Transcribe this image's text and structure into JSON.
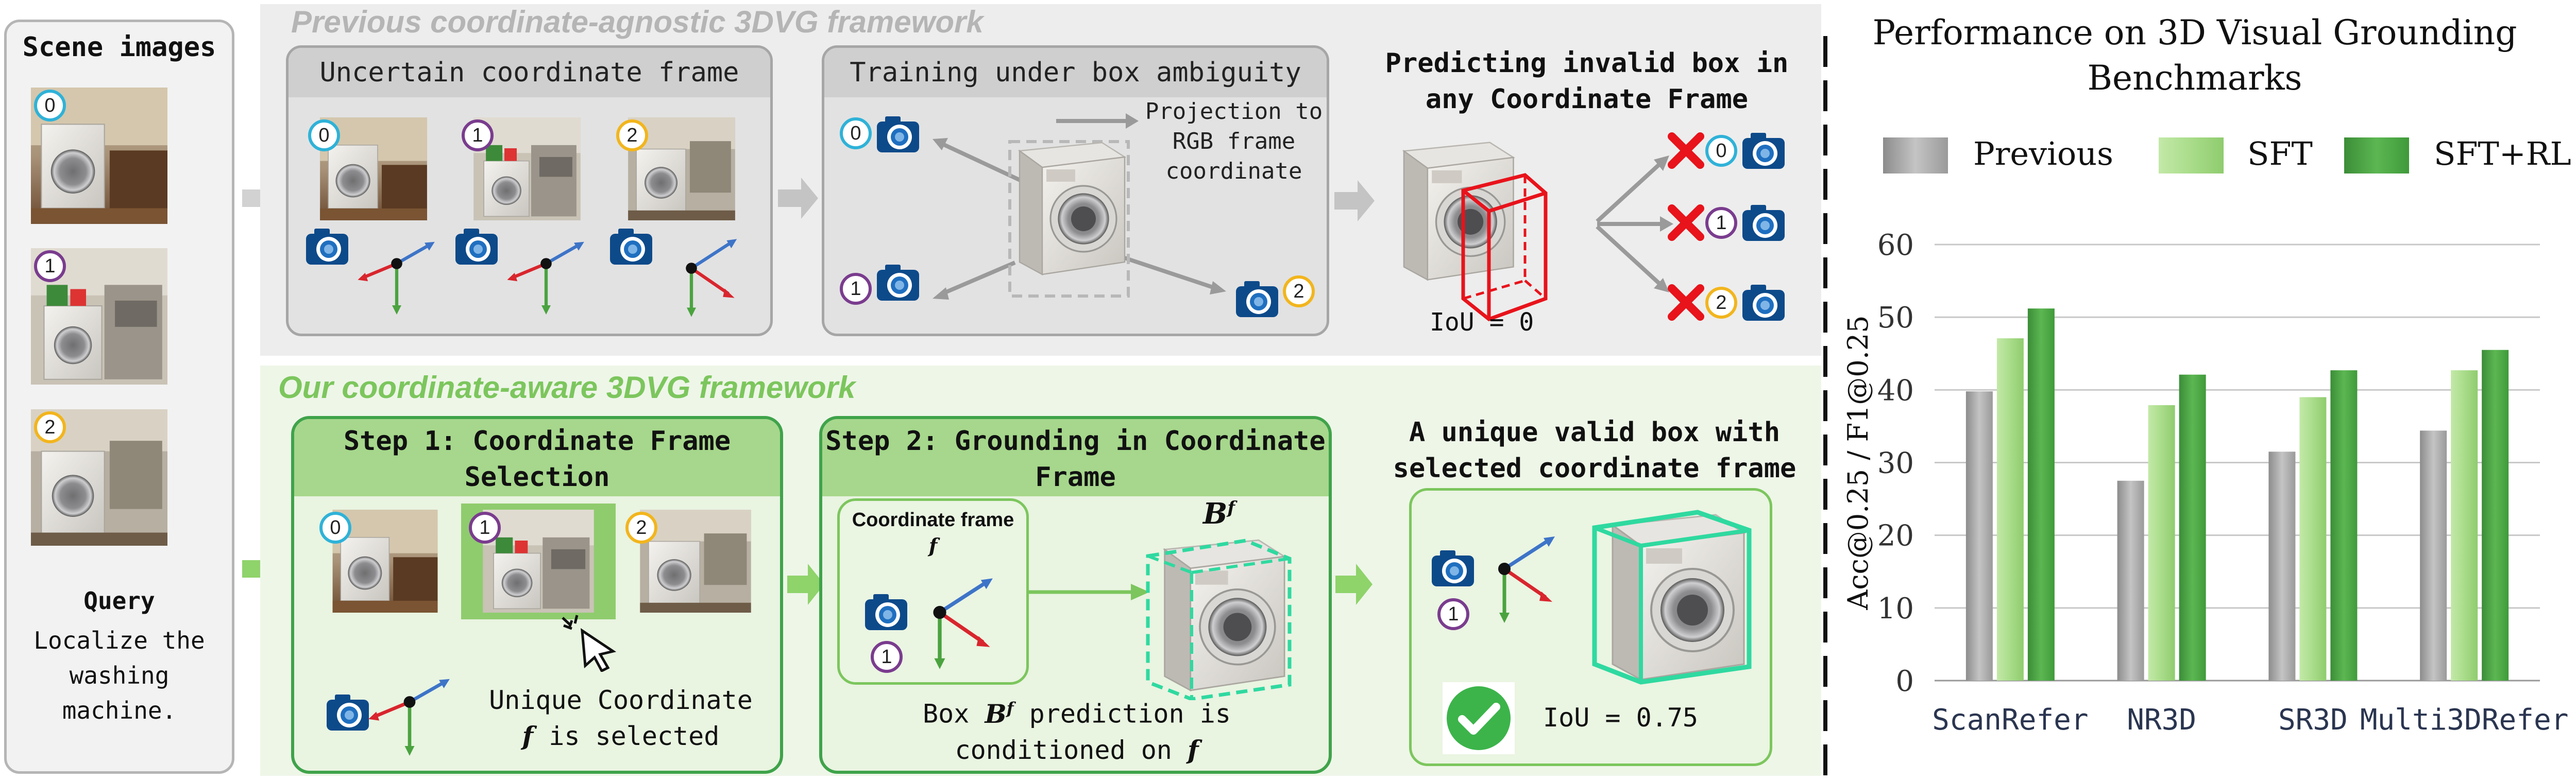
{
  "left": {
    "title": "Scene images",
    "badges": [
      "0",
      "1",
      "2"
    ],
    "query_label": "Query",
    "query_text": "Localize the washing machine."
  },
  "top": {
    "title": "Previous coordinate-agnostic 3DVG framework",
    "box1": {
      "title": "Uncertain coordinate frame",
      "badges": [
        "0",
        "1",
        "2"
      ]
    },
    "box2": {
      "title": "Training under box ambiguity",
      "projection_text": "Projection to RGB frame coordinate",
      "badges": [
        "0",
        "1",
        "2"
      ]
    },
    "box3": {
      "title": "Predicting invalid box in any Coordinate Frame",
      "iou": "IoU = 0",
      "badges": [
        "0",
        "1",
        "2"
      ]
    }
  },
  "bottom": {
    "title": "Our coordinate-aware 3DVG framework",
    "step1": {
      "title": "Step 1: Coordinate Frame Selection",
      "badges": [
        "0",
        "1",
        "2"
      ],
      "caption_1": "Unique Coordinate",
      "caption_var": "f",
      "caption_2": "is selected"
    },
    "step2": {
      "title": "Step 2: Grounding in Coordinate Frame",
      "frame_label": "Coordinate frame",
      "frame_var": "f",
      "badge": "1",
      "box_label": "B",
      "box_sup": "f",
      "caption_a": "Box",
      "caption_b": "prediction is",
      "caption_c": "conditioned on",
      "caption_var": "f"
    },
    "result": {
      "title": "A unique valid box with selected coordinate frame",
      "badge": "1",
      "iou": "IoU = 0.75"
    }
  },
  "chart_data": {
    "type": "bar",
    "title": "Performance on 3D Visual Grounding Benchmarks",
    "ylabel": "Acc@0.25 / F1@0.25",
    "xlabel": "",
    "ylim": [
      0,
      60
    ],
    "yticks": [
      0,
      10,
      20,
      30,
      40,
      50,
      60
    ],
    "grid": true,
    "legend": "top",
    "categories": [
      "ScanRefer",
      "NR3D",
      "SR3D",
      "Multi3DRefer"
    ],
    "series": [
      {
        "name": "Previous",
        "color": "#a9a9a9",
        "values": [
          39.8,
          27.5,
          31.5,
          34.4
        ]
      },
      {
        "name": "SFT",
        "color": "#a9dc8a",
        "values": [
          47.1,
          37.9,
          39.0,
          42.7
        ]
      },
      {
        "name": "SFT+RL",
        "color": "#4fa845",
        "values": [
          51.2,
          42.1,
          42.7,
          45.5
        ]
      }
    ]
  },
  "colors": {
    "badge0": "#2fb2d8",
    "badge1": "#7a3c8e",
    "badge2": "#f2b51d",
    "green_border": "#3fa34a",
    "green_head": "#a6d78c",
    "red_box": "#e8131b",
    "cyan_box": "#2fd9a0"
  }
}
